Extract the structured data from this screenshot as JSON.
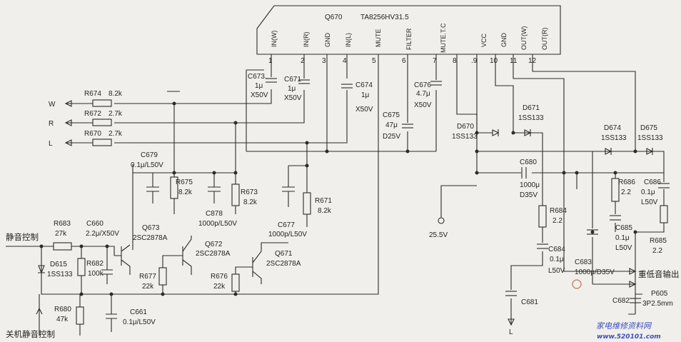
{
  "ic": {
    "ref": "Q670",
    "part": "TA8256HV31.5",
    "pins": [
      {
        "num": "1",
        "name": "IN(W)"
      },
      {
        "num": "2",
        "name": "IN(R)"
      },
      {
        "num": "3",
        "name": "GND"
      },
      {
        "num": "4",
        "name": "IN(L)"
      },
      {
        "num": "5",
        "name": "MUTE"
      },
      {
        "num": "6",
        "name": "FILTER"
      },
      {
        "num": "7",
        "name": "MUTE.T.C"
      },
      {
        "num": "8",
        "name": ""
      },
      {
        "num": ".9",
        "name": "VCC"
      },
      {
        "num": "10",
        "name": "GND"
      },
      {
        "num": "11",
        "name": "OUT(W)"
      },
      {
        "num": "12",
        "name": "OUT(R)"
      }
    ]
  },
  "inputs": [
    "W",
    "R",
    "L"
  ],
  "components": [
    {
      "ref": "R674",
      "value": "8.2k"
    },
    {
      "ref": "R672",
      "value": "2.7k"
    },
    {
      "ref": "R670",
      "value": "2.7k"
    },
    {
      "ref": "C673.",
      "lines": [
        "1μ",
        "X50V"
      ]
    },
    {
      "ref": "C671",
      "lines": [
        "1μ",
        "X50V"
      ]
    },
    {
      "ref": "C674",
      "lines": [
        "1μ",
        "X50V"
      ]
    },
    {
      "ref": "C676",
      "lines": [
        "4.7μ",
        "X50V"
      ]
    },
    {
      "ref": "C675",
      "lines": [
        "47μ",
        "D25V"
      ]
    },
    {
      "ref": "C679",
      "value": "0.1μ/L50V"
    },
    {
      "ref": "R675",
      "value": "8.2k"
    },
    {
      "ref": "C878",
      "value": "1000p/L50V"
    },
    {
      "ref": "R673",
      "value": "8.2k"
    },
    {
      "ref": "C677",
      "value": "1000p/L50V"
    },
    {
      "ref": "R671",
      "value": "8.2k"
    },
    {
      "ref": "R683",
      "value": "27k"
    },
    {
      "ref": "C660",
      "value": "2.2μ/X50V"
    },
    {
      "ref": "Q673",
      "value": "2SC2878A"
    },
    {
      "ref": "Q672",
      "value": "2SC2878A"
    },
    {
      "ref": "Q671",
      "value": "2SC2878A"
    },
    {
      "ref": "D615",
      "value": "1SS133"
    },
    {
      "ref": "R682",
      "value": "100k"
    },
    {
      "ref": "R677",
      "value": "22k"
    },
    {
      "ref": "R676",
      "value": "22k"
    },
    {
      "ref": "R680",
      "value": "47k"
    },
    {
      "ref": "C661",
      "value": "0.1μ/L50V"
    },
    {
      "ref": "D671",
      "value": "1SS133"
    },
    {
      "ref": "D670",
      "value": "1SS133"
    },
    {
      "ref": "C680",
      "lines": [
        "1000μ",
        "D35V"
      ]
    },
    {
      "ref": "R684",
      "value": "2.2"
    },
    {
      "ref": "C684",
      "lines": [
        "0.1μ",
        "L50V"
      ]
    },
    {
      "ref": "C681",
      "value": ""
    },
    {
      "ref": "D674",
      "value": "1SS133"
    },
    {
      "ref": "D675",
      "value": "1SS133"
    },
    {
      "ref": "R686",
      "value": "2.2"
    },
    {
      "ref": "C686",
      "lines": [
        "0.1μ",
        "L50V"
      ]
    },
    {
      "ref": "C685",
      "lines": [
        "0.1μ",
        "L50V"
      ]
    },
    {
      "ref": "R685",
      "value": "2.2"
    },
    {
      "ref": "C683",
      "value": "1000μ/D35V"
    },
    {
      "ref": "C682",
      "value": ""
    },
    {
      "ref": "P605",
      "value": "3P2.5mm"
    }
  ],
  "labels": {
    "mute_control": "静音控制",
    "power_off_mute": "关机静音控制",
    "subwoofer_out": "重低音输出",
    "supply_voltage": "25.5V",
    "l_output": "L"
  },
  "watermark": {
    "text": "家电维修资料网",
    "url": "www.520101.com"
  }
}
